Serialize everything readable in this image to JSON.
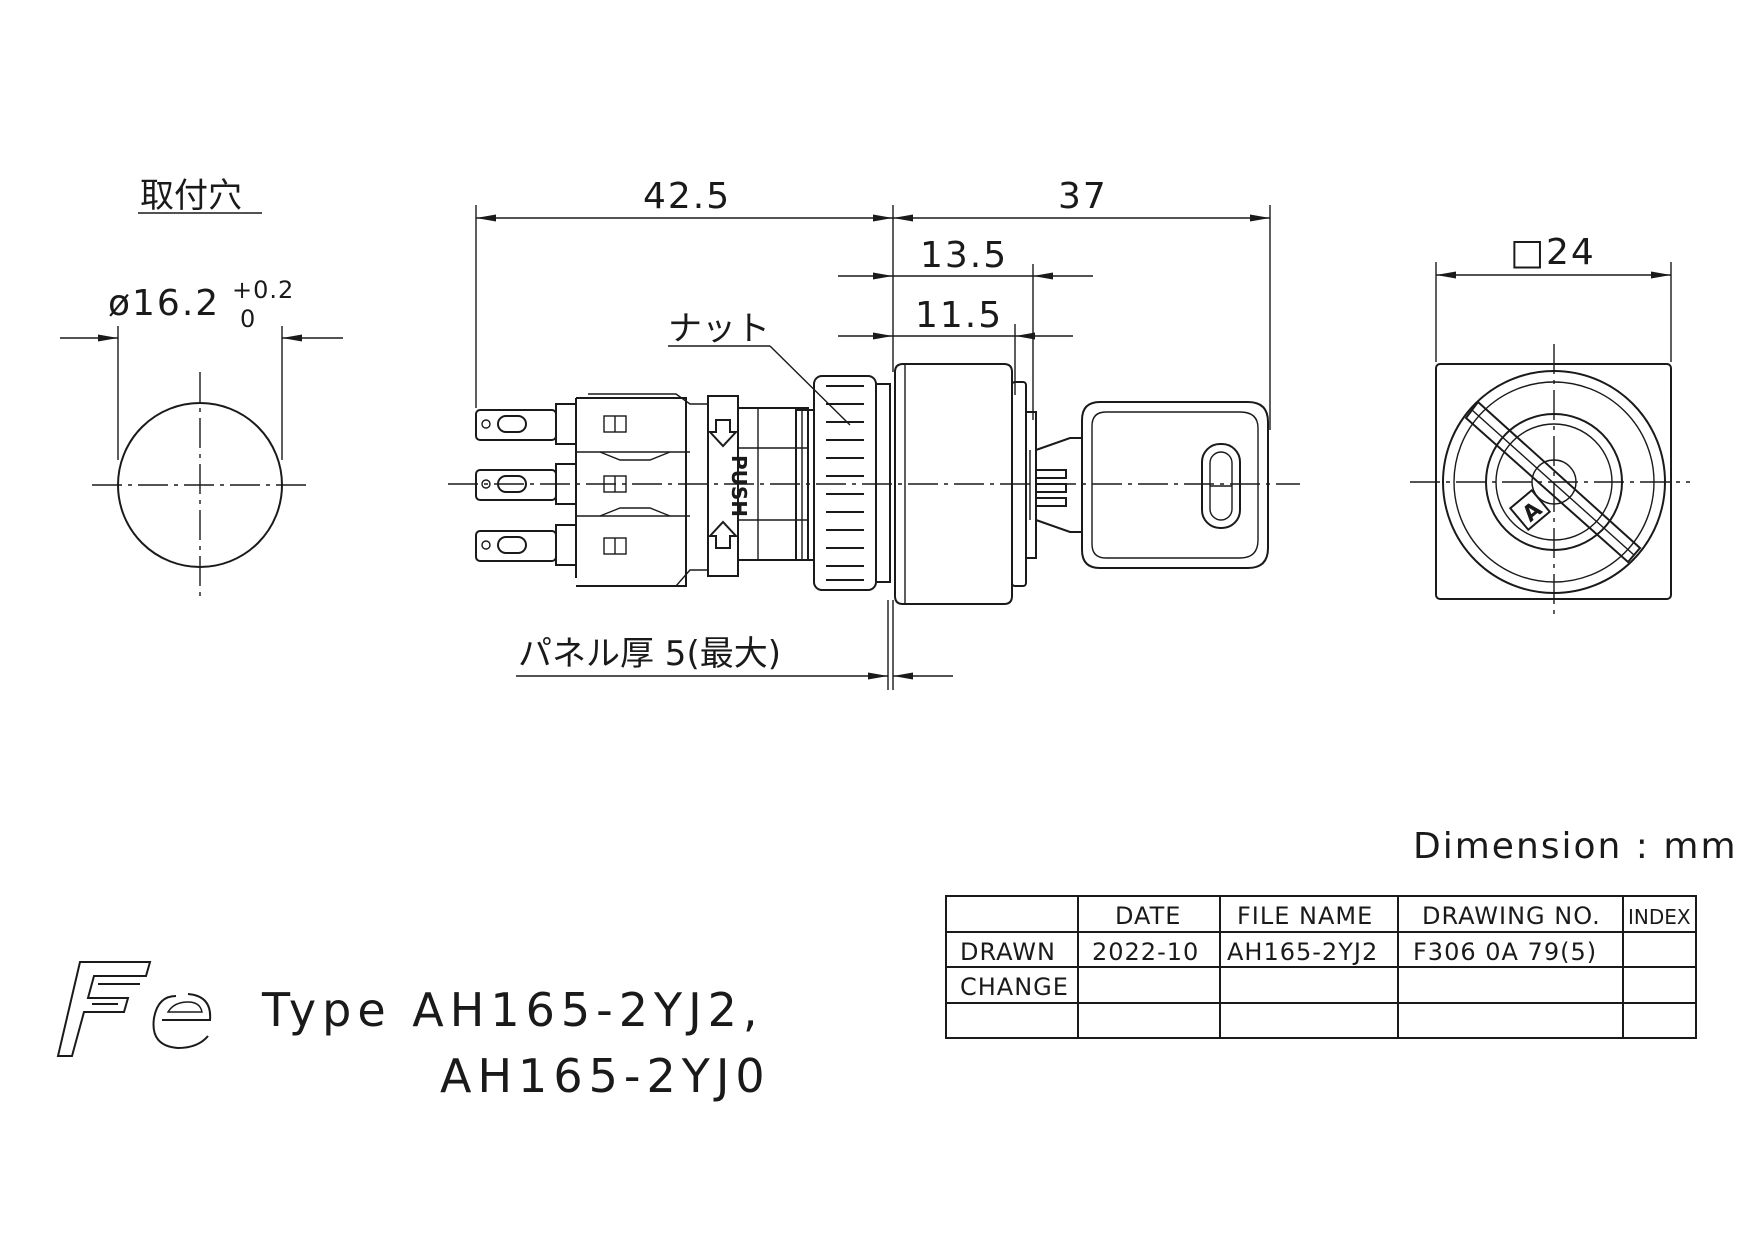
{
  "labels": {
    "mounting_hole": "取付穴",
    "hole_diameter": "ø16.2",
    "tol_upper": "+0.2",
    "tol_lower": "0",
    "dim_total_rear": "42.5",
    "dim_total_front": "37",
    "dim_13_5": "13.5",
    "dim_11_5": "11.5",
    "nut": "ナット",
    "push_text": "PUSH",
    "panel_thickness": "パネル厚 5(最大)",
    "square_size": "□24",
    "key_letter": "A",
    "dimension_unit": "Dimension : mm"
  },
  "type": {
    "line1": "Type AH165-2YJ2,",
    "line2": "AH165-2YJ0"
  },
  "title_block": {
    "headers": [
      "",
      "DATE",
      "FILE NAME",
      "DRAWING NO.",
      "INDEX"
    ],
    "rows": [
      [
        "DRAWN",
        "2022-10",
        "AH165-2YJ2",
        "F306 0A 79(5)",
        ""
      ],
      [
        "CHANGE",
        "",
        "",
        "",
        ""
      ],
      [
        "",
        "",
        "",
        "",
        ""
      ]
    ]
  }
}
